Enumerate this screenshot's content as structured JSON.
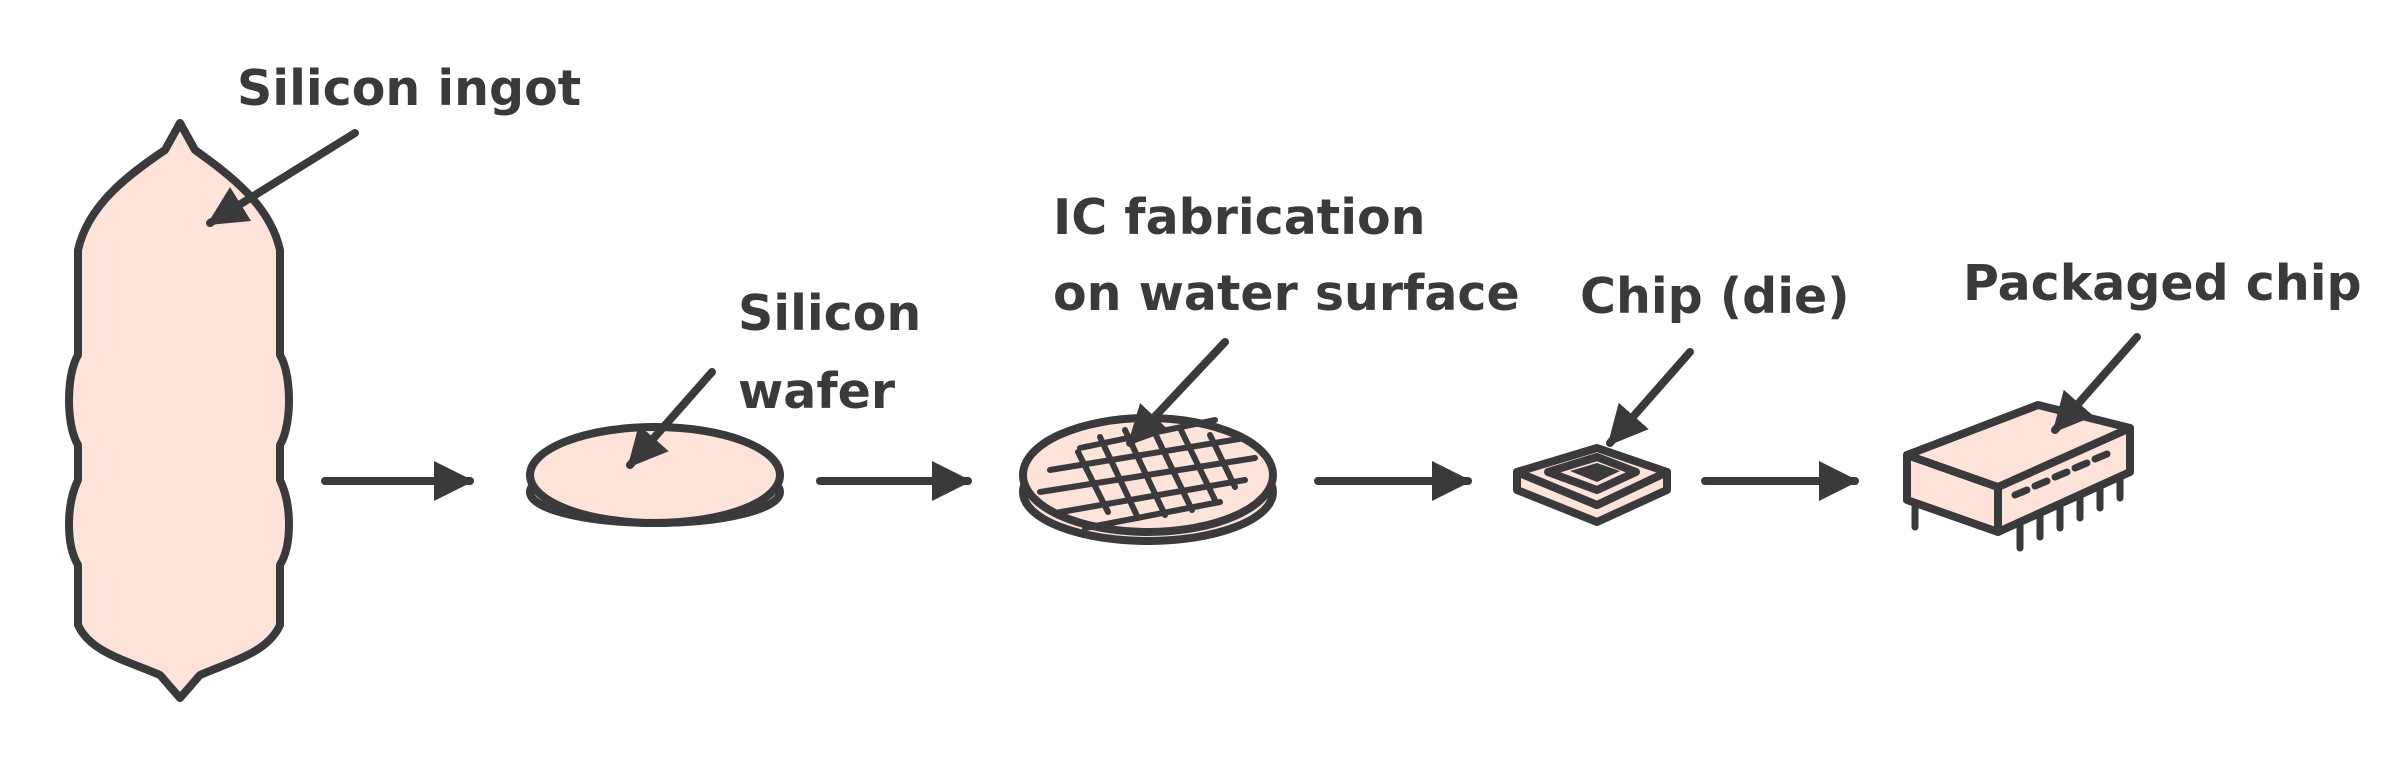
{
  "labels": {
    "ingot": "Silicon ingot",
    "wafer_line1": "Silicon",
    "wafer_line2": "wafer",
    "fab_line1": "IC fabrication",
    "fab_line2": "on water surface",
    "die": "Chip (die)",
    "package": "Packaged chip"
  },
  "colors": {
    "fill": "#fde3d9",
    "stroke": "#3a3a3c",
    "text": "#3a3a3c"
  }
}
